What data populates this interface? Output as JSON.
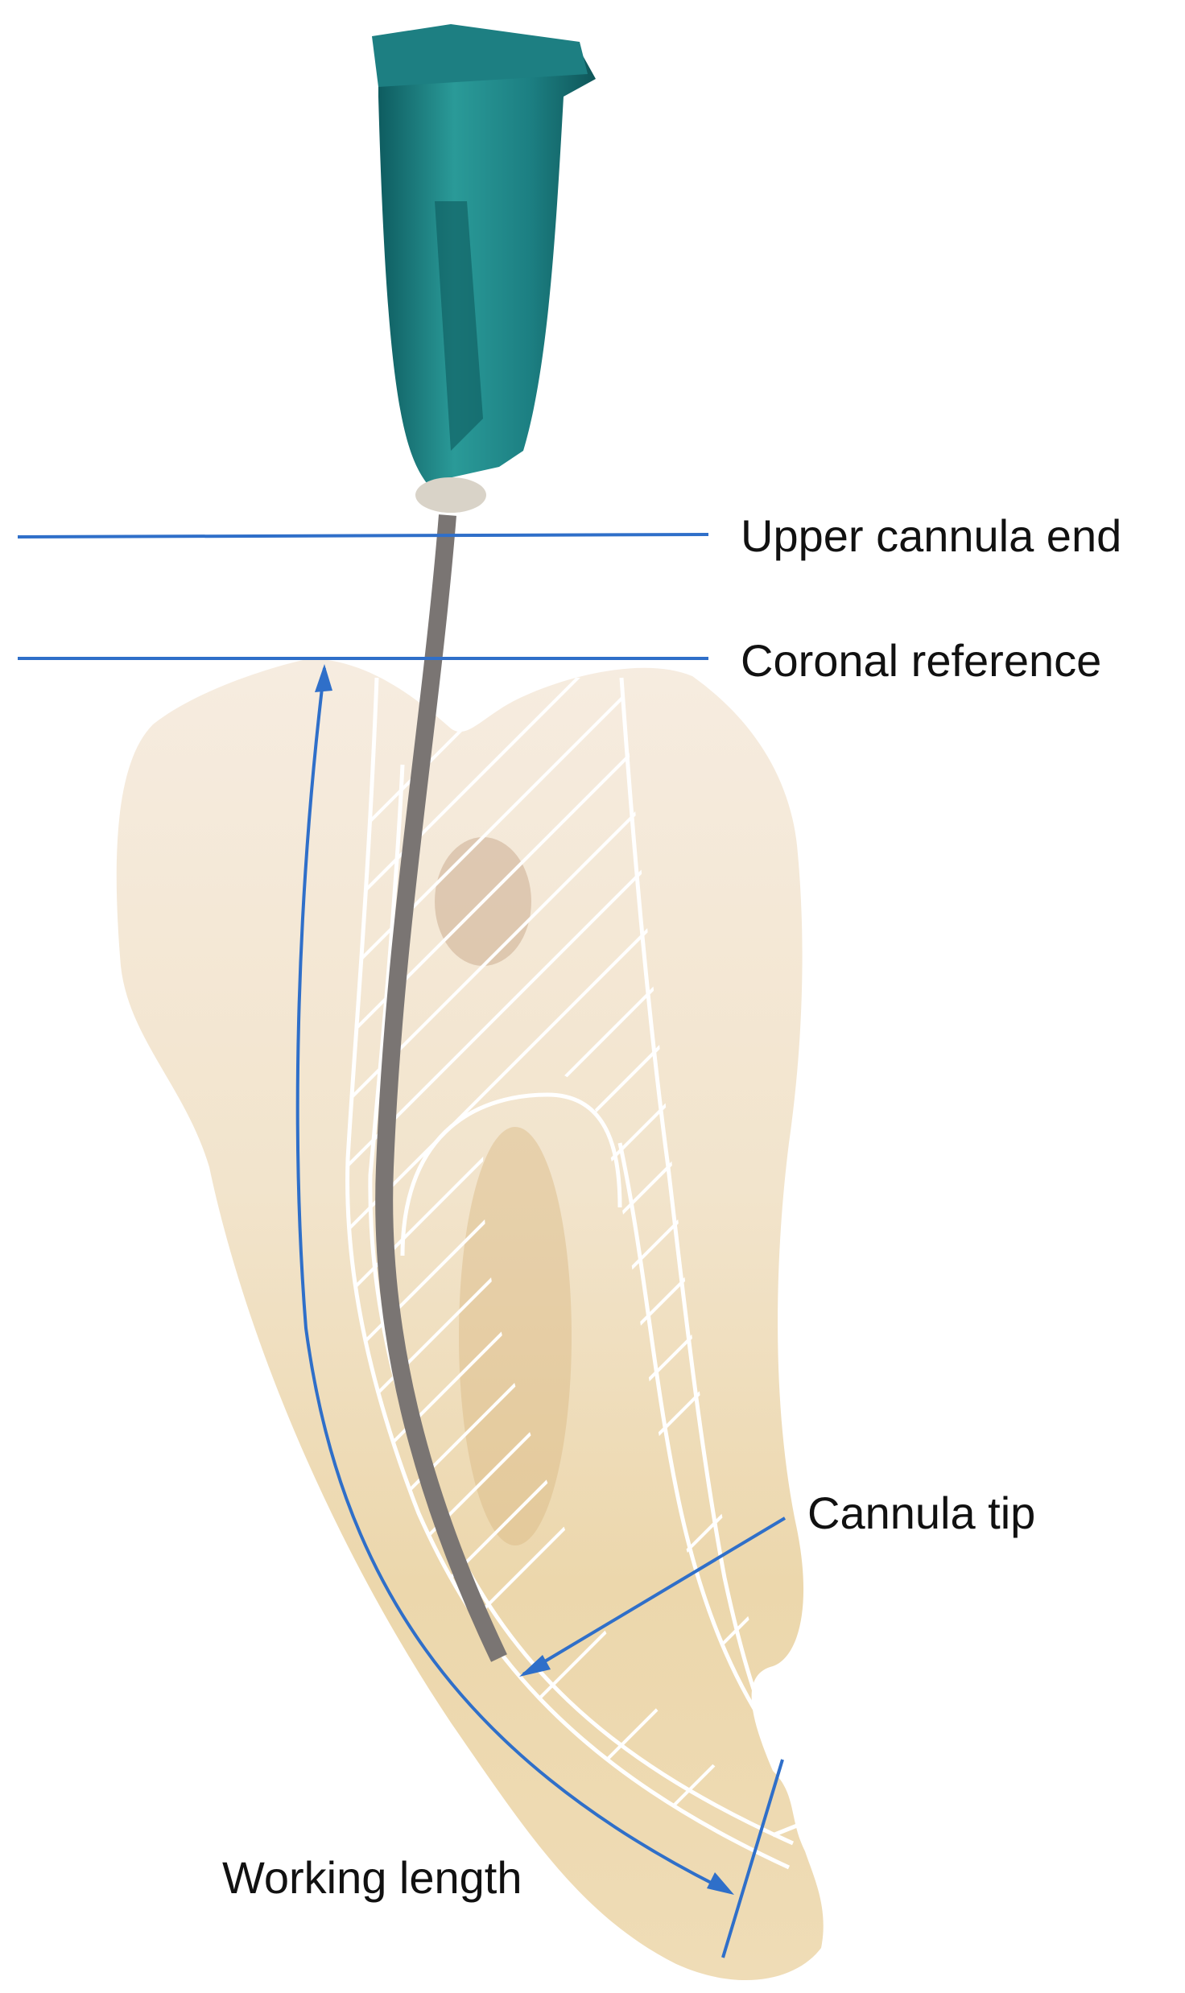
{
  "labels": {
    "upper_cannula_end": "Upper cannula end",
    "coronal_reference": "Coronal reference",
    "cannula_tip": "Cannula tip",
    "working_length": "Working length"
  },
  "colors": {
    "annotation_line": "#2f6fc9",
    "tooth": "#f1e2c6",
    "tooth_shadow": "#dcc08e",
    "canal_outline": "#ffffff",
    "cannula": "#7a7573",
    "needle_hub": "#1f8a8c"
  }
}
